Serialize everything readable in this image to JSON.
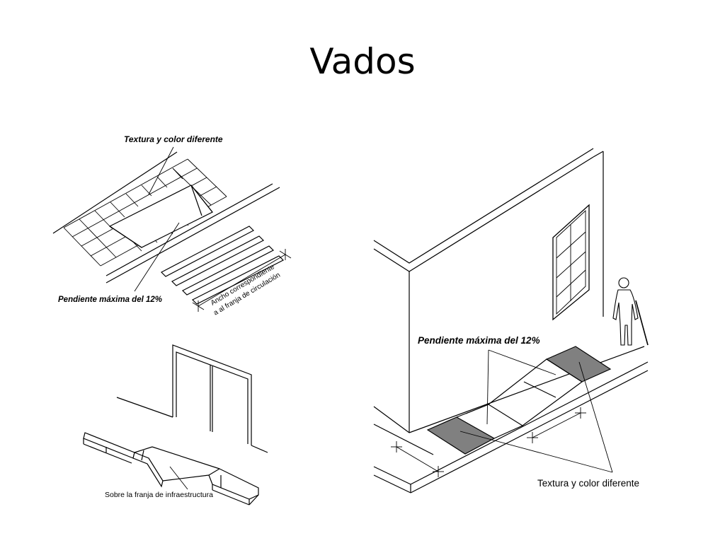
{
  "slide": {
    "title": "Vados"
  },
  "diagrams": {
    "top_left": {
      "label_texture": "Textura y color diferente",
      "label_slope": "Pendiente máxima del 12%",
      "label_width_line1": "Ancho correspondiente",
      "label_width_line2": "a al franja de circulación"
    },
    "bottom_left": {
      "label_strip": "Sobre la franja de infraestructura"
    },
    "right": {
      "label_slope": "Pendiente máxima del 12%",
      "label_texture": "Textura y color diferente"
    }
  },
  "colors": {
    "ink": "#000000",
    "tactile_fill": "#808080",
    "background": "#ffffff"
  }
}
